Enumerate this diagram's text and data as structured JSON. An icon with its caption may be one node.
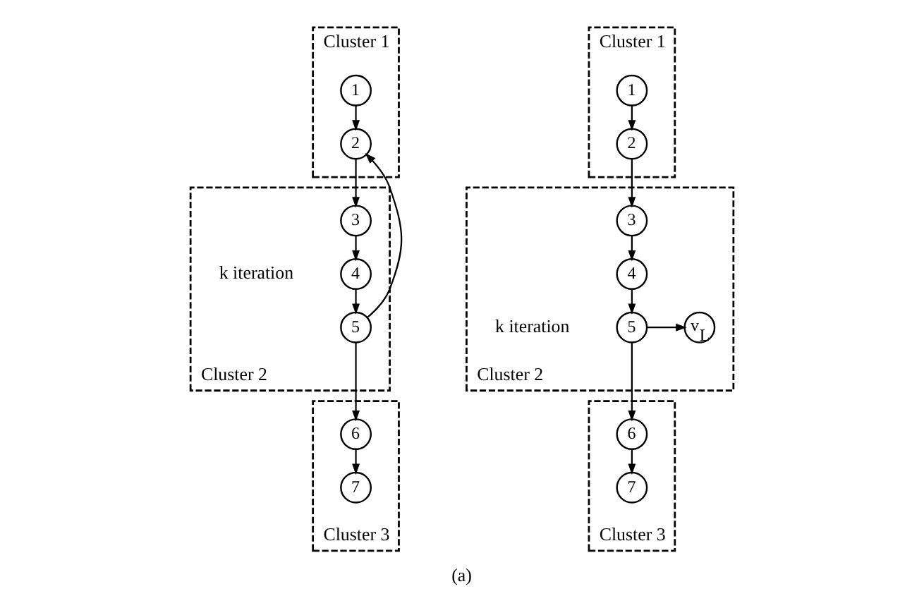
{
  "diagram": {
    "caption": "(a)",
    "nodes": [
      {
        "text": [
          "Cluster 1"
        ]
      },
      {
        "text": [
          "1"
        ],
        "in": 0
      },
      {
        "text": [
          "2"
        ],
        "in": 0
      },
      {
        "text": [
          "Cluster 2"
        ]
      },
      {
        "text": [
          "3"
        ],
        "in": 3
      },
      {
        "text": [
          "4"
        ],
        "in": 3
      },
      {
        "text": [
          "5"
        ],
        "in": 3
      },
      {
        "text": [
          "Cluster 3"
        ]
      },
      {
        "text": [
          "6"
        ],
        "in": 7
      },
      {
        "text": [
          "7"
        ],
        "in": 7
      },
      {
        "text": [
          "Cluster 1"
        ]
      },
      {
        "text": [
          "1"
        ],
        "in": 10
      },
      {
        "text": [
          "2"
        ],
        "in": 10
      },
      {
        "text": [
          "Cluster 2"
        ]
      },
      {
        "text": [
          "3"
        ],
        "in": 13
      },
      {
        "text": [
          "4"
        ],
        "in": 13
      },
      {
        "text": [
          "5"
        ],
        "in": 13
      },
      {
        "text": [
          "v$_{L}$"
        ],
        "in": 13
      },
      {
        "text": [
          "Cluster 3"
        ]
      },
      {
        "text": [
          "6"
        ],
        "in": 18
      },
      {
        "text": [
          "7"
        ],
        "in": 18
      }
    ],
    "edges": [
      {
        "from": 1,
        "to": 2,
        "arrow": "to"
      },
      {
        "from": 2,
        "to": 4,
        "arrow": "to"
      },
      {
        "from": 4,
        "to": 5,
        "arrow": "to"
      },
      {
        "from": 5,
        "to": 6,
        "arrow": "to"
      },
      {
        "from": 6,
        "to": 2,
        "arrow": "to"
      },
      {
        "from": 6,
        "to": 8,
        "arrow": "to"
      },
      {
        "from": 8,
        "to": 9,
        "arrow": "to"
      },
      {
        "from": 11,
        "to": 12,
        "arrow": "to"
      },
      {
        "from": 12,
        "to": 14,
        "arrow": "to"
      },
      {
        "from": 14,
        "to": 15,
        "arrow": "to"
      },
      {
        "from": 15,
        "to": 16,
        "arrow": "to"
      },
      {
        "from": 16,
        "to": 17,
        "arrow": "to"
      },
      {
        "from": 16,
        "to": 19,
        "arrow": "to"
      },
      {
        "from": 19,
        "to": 20,
        "arrow": "to"
      }
    ],
    "labels": [
      "k iteration",
      "k iteration"
    ]
  }
}
